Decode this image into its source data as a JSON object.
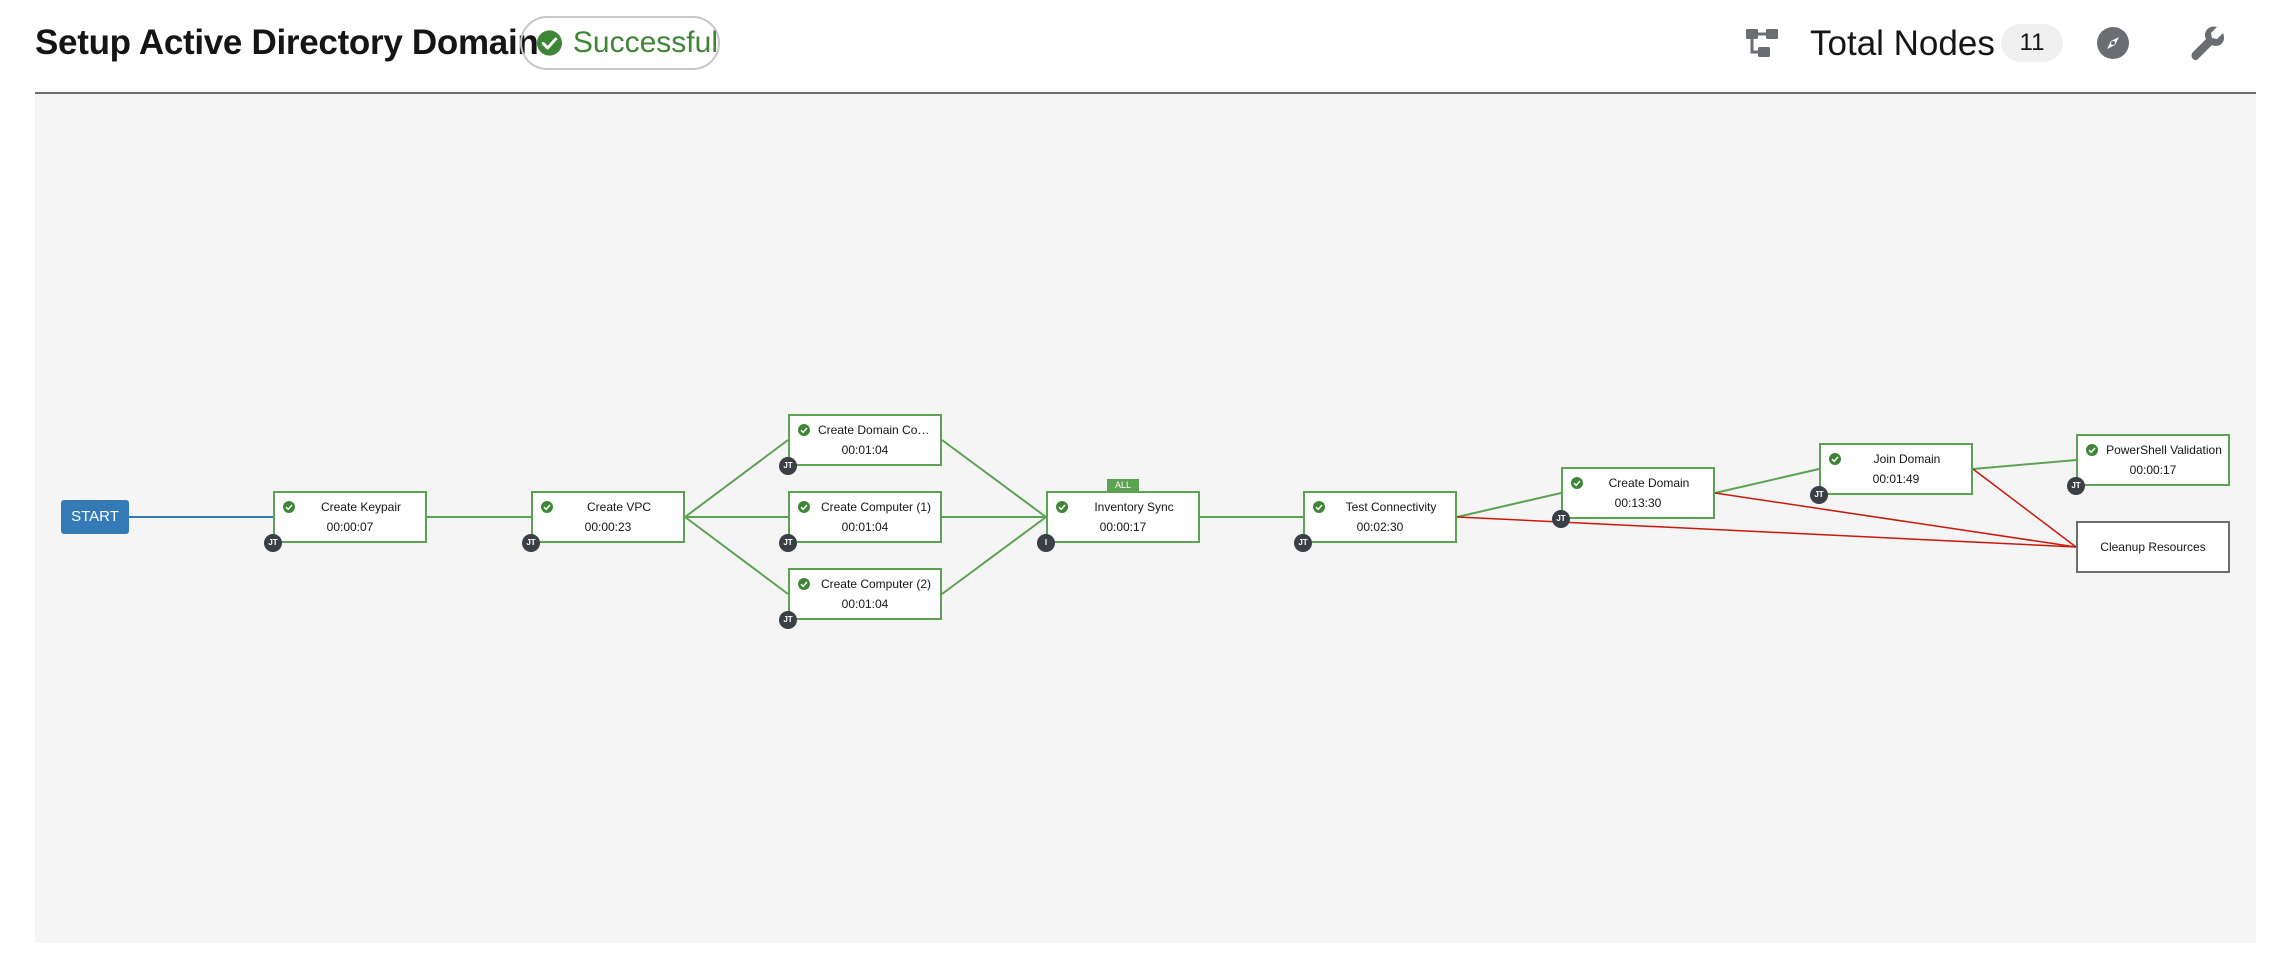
{
  "header": {
    "title": "Setup Active Directory Domain",
    "status": "Successful",
    "total_nodes_label": "Total Nodes",
    "total_nodes_count": "11"
  },
  "icons": {
    "status": "check-circle-icon",
    "toggle_tools": "workflow-tree-icon",
    "compass": "compass-icon",
    "tools": "wrench-icon"
  },
  "colors": {
    "success": "#3e8635",
    "edge_success": "#5ba352",
    "edge_failure": "#c9190b",
    "edge_always": "#337ab7",
    "start": "#337ab7"
  },
  "graph": {
    "start_label": "START",
    "nodes": [
      {
        "id": "create-keypair",
        "name": "Create Keypair",
        "elapsed": "00:00:07",
        "type": "JT"
      },
      {
        "id": "create-vpc",
        "name": "Create VPC",
        "elapsed": "00:00:23",
        "type": "JT"
      },
      {
        "id": "create-domain-controller",
        "name": "Create Domain Contr...",
        "elapsed": "00:01:04",
        "type": "JT"
      },
      {
        "id": "create-computer-1",
        "name": "Create Computer (1)",
        "elapsed": "00:01:04",
        "type": "JT"
      },
      {
        "id": "create-computer-2",
        "name": "Create Computer (2)",
        "elapsed": "00:01:04",
        "type": "JT"
      },
      {
        "id": "inventory-sync",
        "name": "Inventory Sync",
        "elapsed": "00:00:17",
        "type": "I",
        "convergence": "ALL"
      },
      {
        "id": "test-connectivity",
        "name": "Test Connectivity",
        "elapsed": "00:02:30",
        "type": "JT"
      },
      {
        "id": "create-domain",
        "name": "Create Domain",
        "elapsed": "00:13:30",
        "type": "JT"
      },
      {
        "id": "join-domain",
        "name": "Join Domain",
        "elapsed": "00:01:49",
        "type": "JT"
      },
      {
        "id": "powershell-validation",
        "name": "PowerShell Validation",
        "elapsed": "00:00:17",
        "type": "JT"
      },
      {
        "id": "cleanup-resources",
        "name": "Cleanup Resources"
      }
    ]
  }
}
